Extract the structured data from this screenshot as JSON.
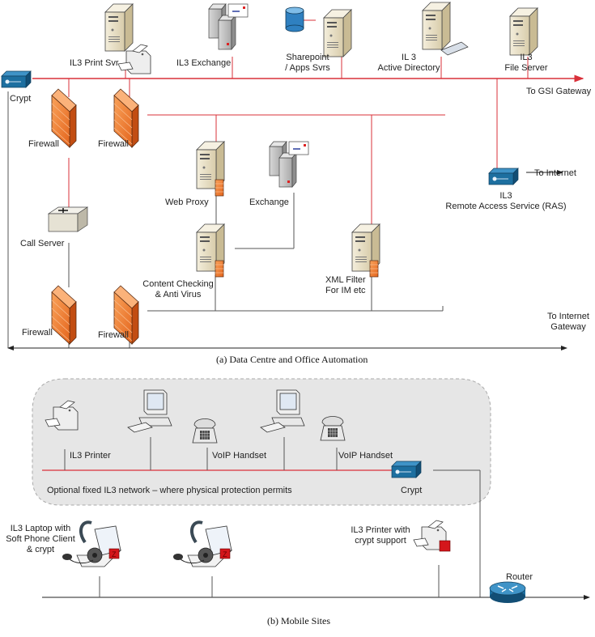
{
  "figure_a": {
    "caption": "(a) Data Centre and Office Automation",
    "nodes": {
      "print_server": "IL3 Print Svr",
      "exchange_top": "IL3 Exchange",
      "sharepoint_l1": "Sharepoint",
      "sharepoint_l2": "/ Apps Svrs",
      "active_directory_l1": "IL 3",
      "active_directory_l2": "Active Directory",
      "file_server_l1": "IL3",
      "file_server_l2": "File Server",
      "gsi_gateway": "To GSI Gateway",
      "crypt": "Crypt",
      "firewall_1": "Firewall",
      "firewall_2": "Firewall",
      "web_proxy": "Web Proxy",
      "exchange_mid": "Exchange",
      "ras_l1": "IL3",
      "ras_l2": "Remote Access Service (RAS)",
      "to_internet": "To Internet",
      "call_server": "Call Server",
      "content_check_l1": "Content Checking",
      "content_check_l2": "& Anti Virus",
      "xml_filter_l1": "XML Filter",
      "xml_filter_l2": "For IM etc",
      "internet_gateway_l1": "To Internet",
      "internet_gateway_l2": "Gateway",
      "firewall_3": "Firewall",
      "firewall_4": "Firewall"
    }
  },
  "figure_b": {
    "caption": "(b) Mobile Sites",
    "nodes": {
      "printer": "IL3 Printer",
      "voip_1": "VoIP Handset",
      "voip_2": "VoIP Handset",
      "optional_network": "Optional fixed IL3 network – where physical protection permits",
      "crypt": "Crypt",
      "laptop_l1": "IL3 Laptop with",
      "laptop_l2": "Soft Phone Client",
      "laptop_l3": "& crypt",
      "crypt_printer_l1": "IL3 Printer with",
      "crypt_printer_l2": "crypt support",
      "router": "Router"
    }
  },
  "colors": {
    "secure_link": "#d9303a",
    "plain_link": "#555555",
    "firewall": "#f07a2e",
    "crypt_device": "#1d6fa0",
    "server": "#e9dfc4",
    "zone_fill": "#e6e6e6"
  }
}
